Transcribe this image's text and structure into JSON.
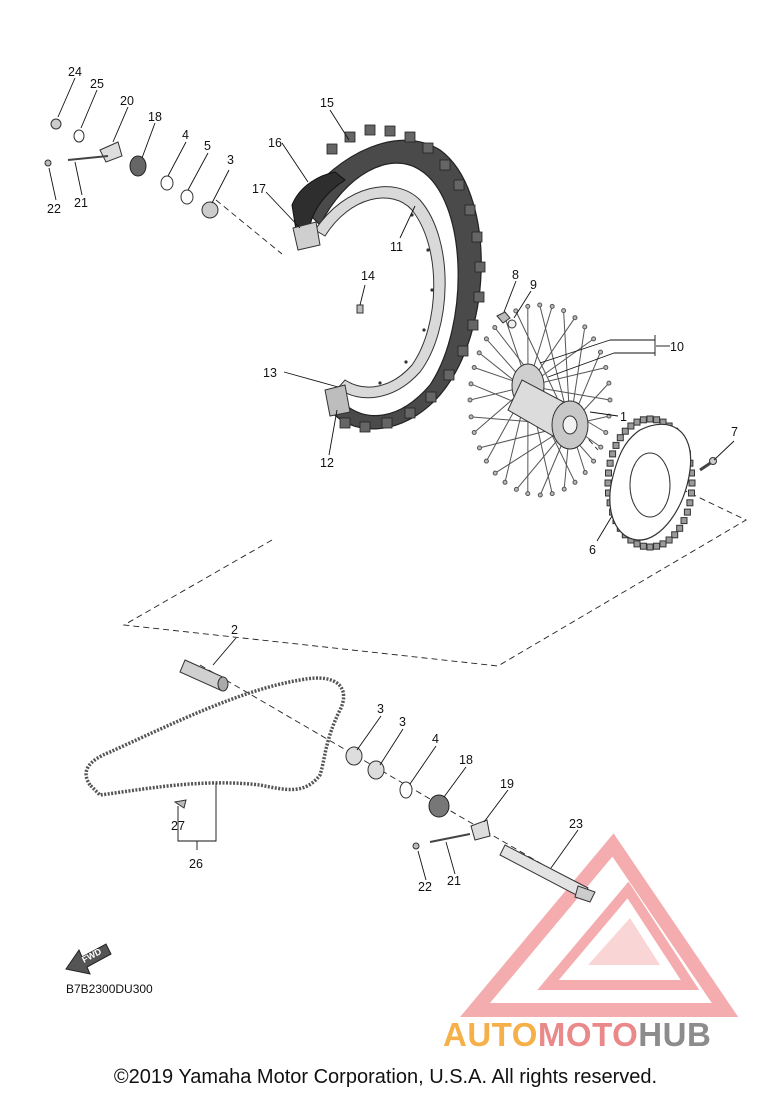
{
  "diagram": {
    "callouts": [
      "1",
      "2",
      "3",
      "3",
      "3",
      "4",
      "4",
      "5",
      "6",
      "7",
      "8",
      "9",
      "10",
      "11",
      "12",
      "13",
      "14",
      "15",
      "16",
      "17",
      "18",
      "18",
      "19",
      "20",
      "21",
      "21",
      "22",
      "22",
      "23",
      "24",
      "25",
      "26",
      "27"
    ],
    "fwd_label": "FWD",
    "drawing_code": "B7B2300DU300"
  },
  "watermark": {
    "part1": "AUTO",
    "part2": "MOTO",
    "part3": "HUB",
    "colors": {
      "orange": "#f6b04a",
      "pink": "#e9898a",
      "gray": "#8c8c8c",
      "logo": "#f08a8c"
    }
  },
  "copyright": "©2019 Yamaha Motor Corporation, U.S.A. All rights reserved."
}
